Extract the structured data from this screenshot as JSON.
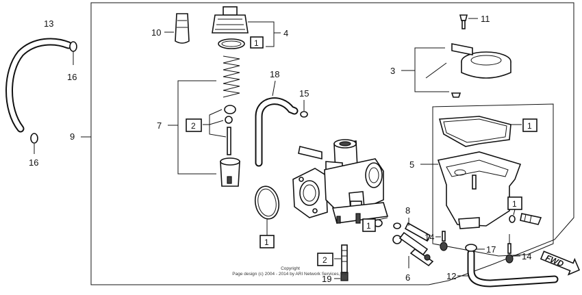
{
  "callouts": {
    "c1": "1",
    "c2": "2",
    "c3": "3",
    "c4": "4",
    "c5": "5",
    "c6": "6",
    "c7": "7",
    "c8": "8",
    "c9": "9",
    "c10": "10",
    "c11": "11",
    "c12": "12",
    "c13": "13",
    "c14": "14",
    "c15": "15",
    "c16": "16",
    "c17": "17",
    "c18": "18",
    "c19": "19"
  },
  "copyright": {
    "line1": "Copyright",
    "line2": "Page design (c) 2004 - 2014 by ARI Network Services, Inc."
  },
  "direction": {
    "label": "FWD"
  }
}
